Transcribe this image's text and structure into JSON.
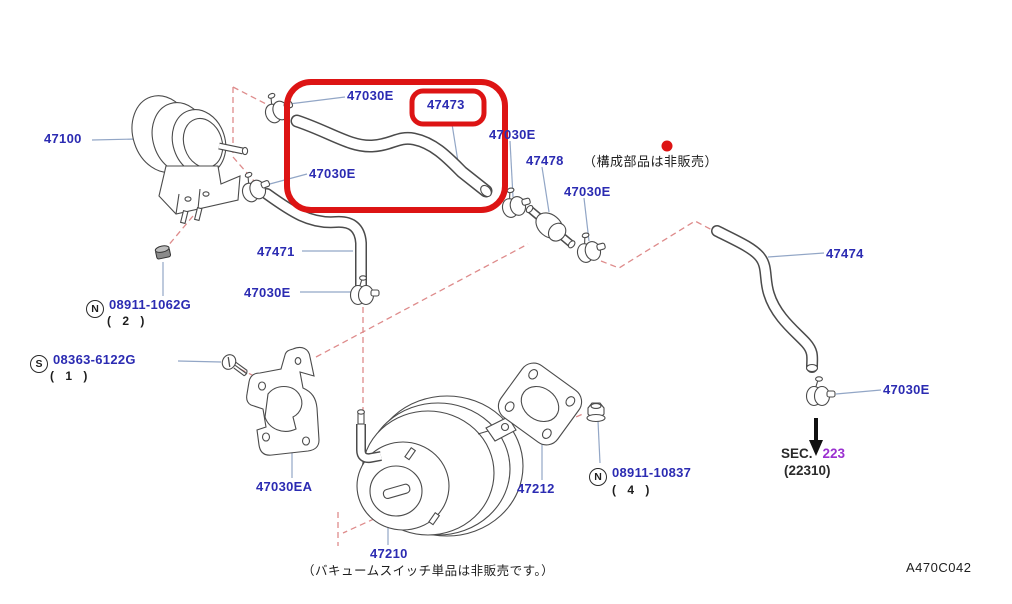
{
  "diagram_code": "A470C042",
  "notes": {
    "assembly_note": "（構成部品は非販売）",
    "vacuum_switch_note": "（バキュームスイッチ単品は非販売です。）"
  },
  "section_ref": {
    "label": "SEC.",
    "number": "223",
    "subnumber": "(22310)"
  },
  "part_labels": {
    "p47100": "47100",
    "p47030e_a": "47030E",
    "p47473": "47473",
    "p47030e_b": "47030E",
    "p47030e_c": "47030E",
    "p47478": "47478",
    "p47030e_d": "47030E",
    "p47471": "47471",
    "p47030e_e": "47030E",
    "p47474": "47474",
    "p47030e_f": "47030E",
    "p47030ea": "47030EA",
    "p47212": "47212",
    "p47210": "47210"
  },
  "hardware": {
    "nut1": {
      "symbol": "N",
      "number": "08911-1062G",
      "qty": "( 2 )"
    },
    "screw1": {
      "symbol": "S",
      "number": "08363-6122G",
      "qty": "( 1 )"
    },
    "nut2": {
      "symbol": "N",
      "number": "08911-10837",
      "qty": "( 4 )"
    }
  },
  "colors": {
    "part_label_blue": "#2b2bb2",
    "highlight_red": "#dd1414",
    "section_purple": "#9b30d0",
    "dashed_line_salmon": "#de8b8b",
    "leader_line_blue": "#92a6c6"
  }
}
